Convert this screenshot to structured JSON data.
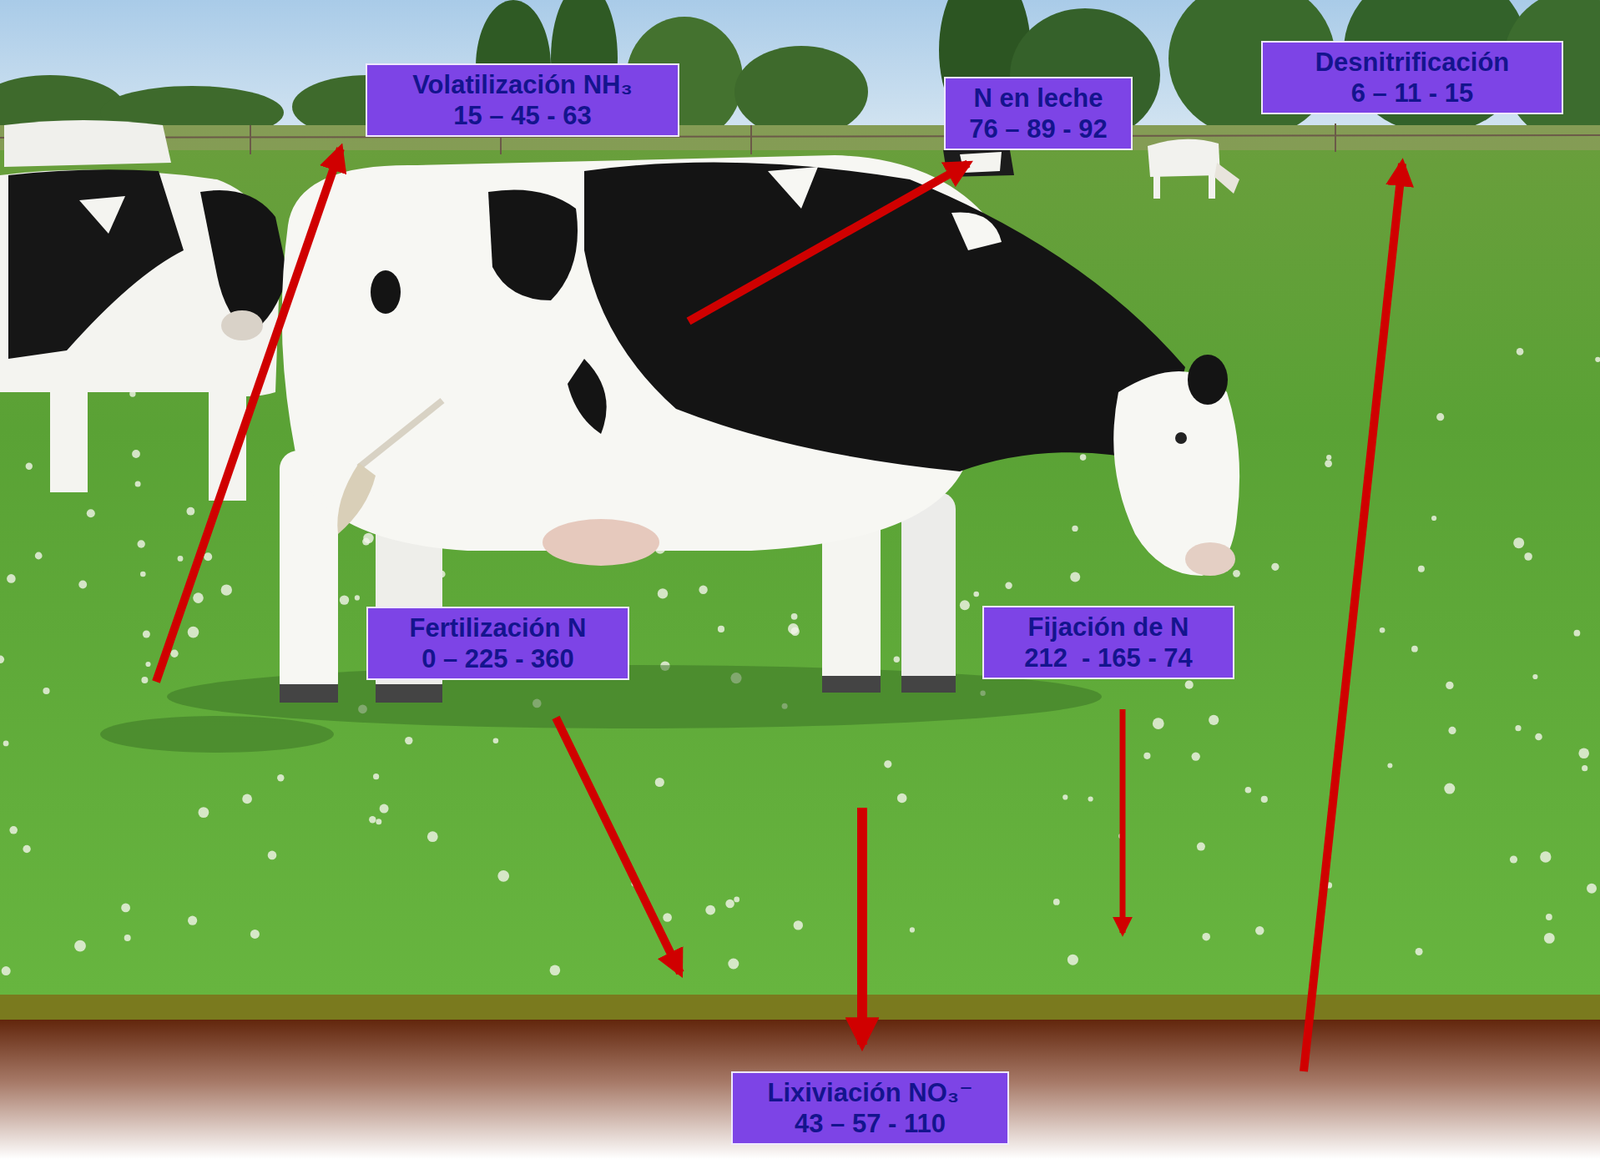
{
  "diagram": {
    "nodes": [
      {
        "text": [
          "Volatilización NH₃",
          "15 – 45 - 63"
        ]
      },
      {
        "text": [
          "N en leche",
          "76 – 89 - 92"
        ]
      },
      {
        "text": [
          "Desnitrificación",
          "6 – 11 - 15"
        ]
      },
      {
        "text": [
          "Fertilización N",
          "0 – 225 - 360"
        ]
      },
      {
        "text": [
          "Fijación de N",
          "212  - 165 - 74"
        ]
      },
      {
        "text": [
          "Lixiviación NO₃⁻",
          "43 – 57 - 110"
        ]
      }
    ]
  }
}
